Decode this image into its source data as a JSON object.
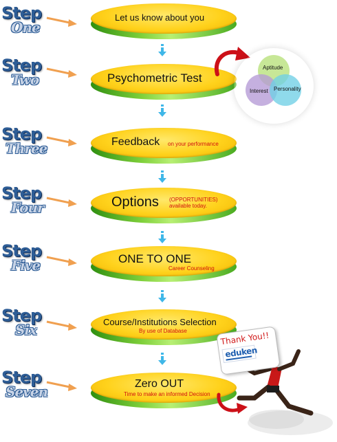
{
  "steps": [
    {
      "word": "Step",
      "num": "One",
      "title": "Let us know about you",
      "sub": ""
    },
    {
      "word": "Step",
      "num": "Two",
      "title": "Psychometric Test",
      "sub": ""
    },
    {
      "word": "Step",
      "num": "Three",
      "title": "Feedback",
      "sub": "on your performance"
    },
    {
      "word": "Step",
      "num": "Four",
      "title": "Options",
      "sub": "(OPPORTUNITIES)",
      "sub2": "available today."
    },
    {
      "word": "Step",
      "num": "Five",
      "title": "ONE TO ONE",
      "sub": "Career Counseling"
    },
    {
      "word": "Step",
      "num": "Six",
      "title": "Course/Institutions Selection",
      "sub": "By use of Database"
    },
    {
      "word": "Step",
      "num": "Seven",
      "title": "Zero OUT",
      "sub": "Time to make an informed Decision"
    }
  ],
  "venn": {
    "aptitude": "Aptitude",
    "interest": "Interest",
    "personality": "Personality"
  },
  "thank_you": {
    "text": "Thank You!!",
    "logo": "eduken"
  },
  "colors": {
    "step_blue": "#2e5d96",
    "arrow_orange": "#f0a050",
    "disc_yellow": "#ffd21c",
    "disc_green": "#7fd03b",
    "connector_blue": "#3fb7e8",
    "red_text": "#d01010",
    "venn_green": "#b7e07a",
    "venn_purple": "#b59ad6",
    "venn_cyan": "#6fd0e6"
  }
}
